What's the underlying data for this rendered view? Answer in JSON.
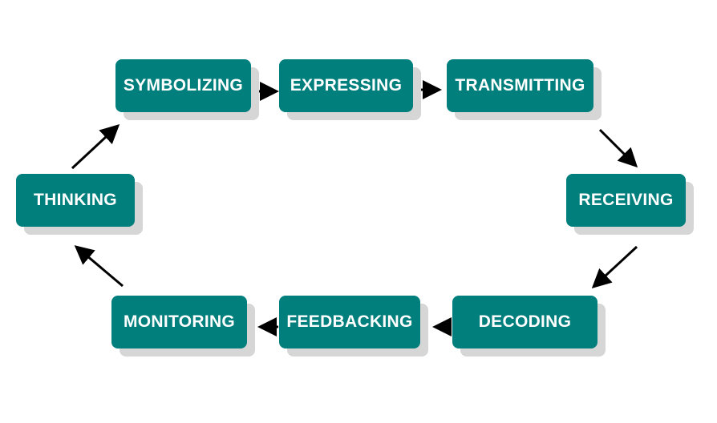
{
  "diagram": {
    "colors": {
      "node_fill": "#007f7c",
      "node_text": "#ffffff",
      "node_shadow": "#d6d6d6",
      "arrow": "#000000"
    },
    "nodes": [
      {
        "id": "symbolizing",
        "label": "SYMBOLIZING"
      },
      {
        "id": "expressing",
        "label": "EXPRESSING"
      },
      {
        "id": "transmitting",
        "label": "TRANSMITTING"
      },
      {
        "id": "receiving",
        "label": "RECEIVING"
      },
      {
        "id": "decoding",
        "label": "DECODING"
      },
      {
        "id": "feedbacking",
        "label": "FEEDBACKING"
      },
      {
        "id": "monitoring",
        "label": "MONITORING"
      },
      {
        "id": "thinking",
        "label": "THINKING"
      }
    ],
    "edges": [
      {
        "from": "symbolizing",
        "to": "expressing"
      },
      {
        "from": "expressing",
        "to": "transmitting"
      },
      {
        "from": "transmitting",
        "to": "receiving"
      },
      {
        "from": "receiving",
        "to": "decoding"
      },
      {
        "from": "decoding",
        "to": "feedbacking"
      },
      {
        "from": "feedbacking",
        "to": "monitoring"
      },
      {
        "from": "monitoring",
        "to": "thinking"
      },
      {
        "from": "thinking",
        "to": "symbolizing"
      }
    ]
  }
}
